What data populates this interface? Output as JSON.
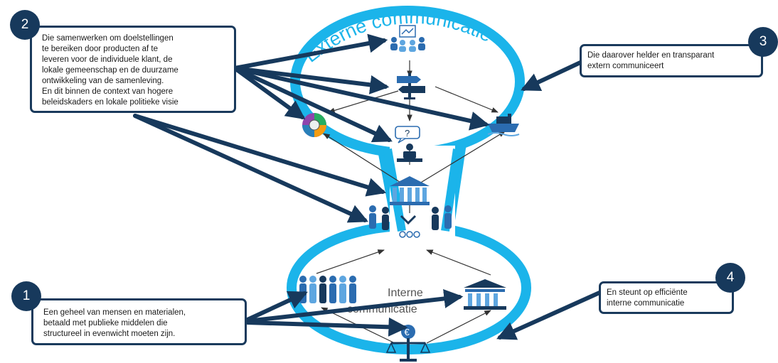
{
  "colors": {
    "ring": "#1bb4ea",
    "ring_fill": "#ffffff",
    "navy": "#17395c",
    "arrow_thin": "#333333",
    "icon_blue": "#2b6cb0",
    "icon_light": "#5ea6e0"
  },
  "outer_ring": {
    "label": "Externe communicatie"
  },
  "inner_ring": {
    "label_line1": "Interne",
    "label_line2": "communicatie"
  },
  "callouts": [
    {
      "number": "2",
      "lines": [
        "Die samenwerken om doelstellingen",
        "te bereiken door producten af te",
        "leveren voor de individuele klant, de",
        "lokale gemeenschap en de duurzame",
        "ontwikkeling van de samenleving.",
        "En dit binnen de context van hogere",
        "beleidskaders en lokale politieke visie"
      ]
    },
    {
      "number": "3",
      "lines": [
        "Die daarover helder en transparant",
        "extern communiceert"
      ]
    },
    {
      "number": "1",
      "lines": [
        "Een geheel van mensen en materialen,",
        "betaald met publieke middelen die",
        "structureel in evenwicht moeten zijn."
      ]
    },
    {
      "number": "4",
      "lines": [
        "En steunt op efficiënte",
        "interne communicatie"
      ]
    }
  ],
  "icons": {
    "top_team": "team-meeting-icon",
    "signpost": "signpost-icon",
    "globe": "colorful-globe-icon",
    "ship": "ship-icon",
    "speaker": "question-speaker-icon",
    "government": "government-building-icon",
    "handshake": "handshake-people-icon",
    "people": "people-group-icon",
    "bank": "bank-building-icon",
    "scales": "euro-balance-scales-icon"
  }
}
